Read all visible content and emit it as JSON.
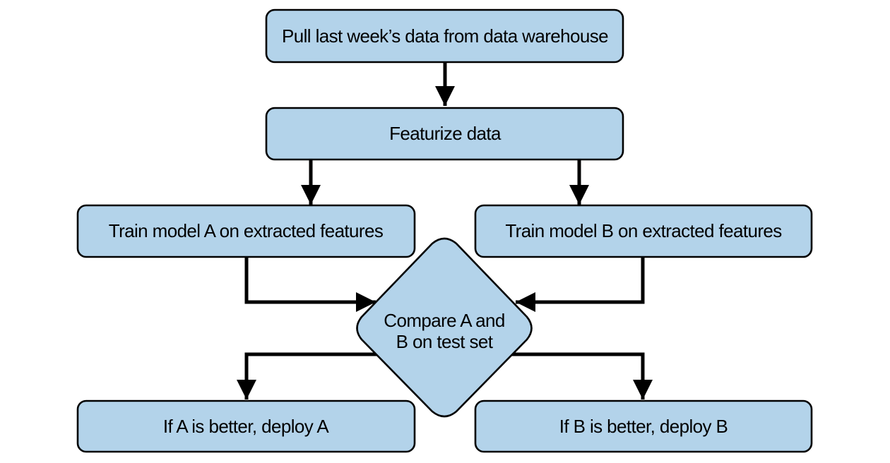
{
  "diagram": {
    "nodes": {
      "pull_data": "Pull last week’s data from data warehouse",
      "featurize": "Featurize data",
      "train_a": "Train model A on extracted features",
      "train_b": "Train model B on extracted features",
      "compare_line1": "Compare A and",
      "compare_line2": "B on test set",
      "deploy_a": "If A is better, deploy A",
      "deploy_b": "If B is better, deploy B"
    },
    "colors": {
      "node_fill": "#b3d3ea",
      "stroke": "#000000"
    }
  }
}
